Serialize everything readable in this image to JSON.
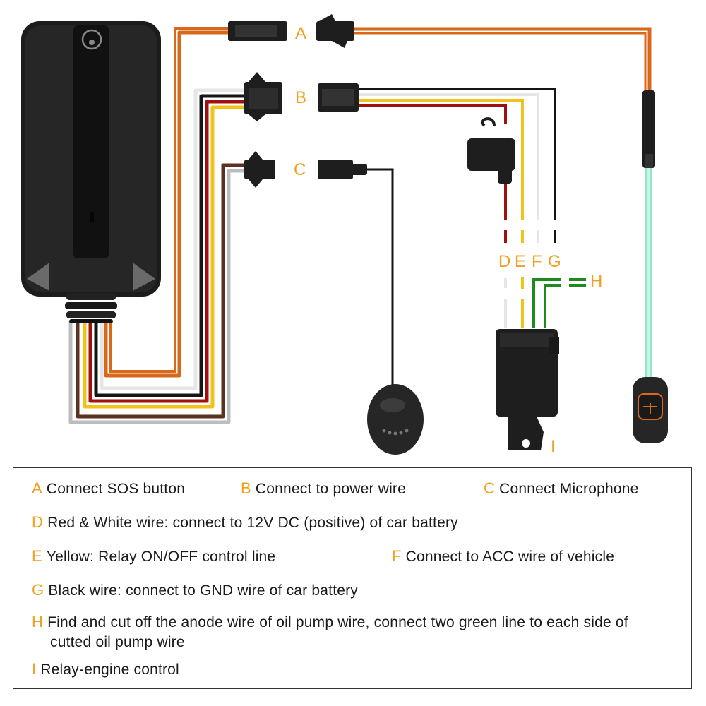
{
  "diagram_labels": {
    "A": "A",
    "B": "B",
    "C": "C",
    "D": "D",
    "E": "E",
    "F": "F",
    "G": "G",
    "H": "H",
    "I": "I"
  },
  "colors": {
    "label": "#f0a020",
    "orange_wire": "#d9691a",
    "red_wire": "#a01010",
    "yellow_wire": "#f1c21b",
    "white_wire": "#e6e6e6",
    "black_wire": "#151515",
    "brown_wire": "#5a3220",
    "gray_wire": "#bdbdbd",
    "green_wire": "#1f8a1f",
    "device_body": "#1c1c1c"
  },
  "legend": {
    "A": {
      "key": "A",
      "text": "Connect SOS button"
    },
    "B": {
      "key": "B",
      "text": "Connect to power wire"
    },
    "C": {
      "key": "C",
      "text": "Connect Microphone"
    },
    "D": {
      "key": "D",
      "text": "Red & White wire: connect to 12V DC (positive) of car battery"
    },
    "E": {
      "key": "E",
      "text": "Yellow: Relay ON/OFF control line"
    },
    "F": {
      "key": "F",
      "text": "Connect to ACC wire of vehicle"
    },
    "G": {
      "key": "G",
      "text": "Black wire: connect to GND wire of car battery"
    },
    "H": {
      "key": "H",
      "text": "Find and cut off the anode wire of oil pump wire, connect two green line to each side of cutted oil pump wire"
    },
    "I": {
      "key": "I",
      "text": "Relay-engine control"
    }
  }
}
